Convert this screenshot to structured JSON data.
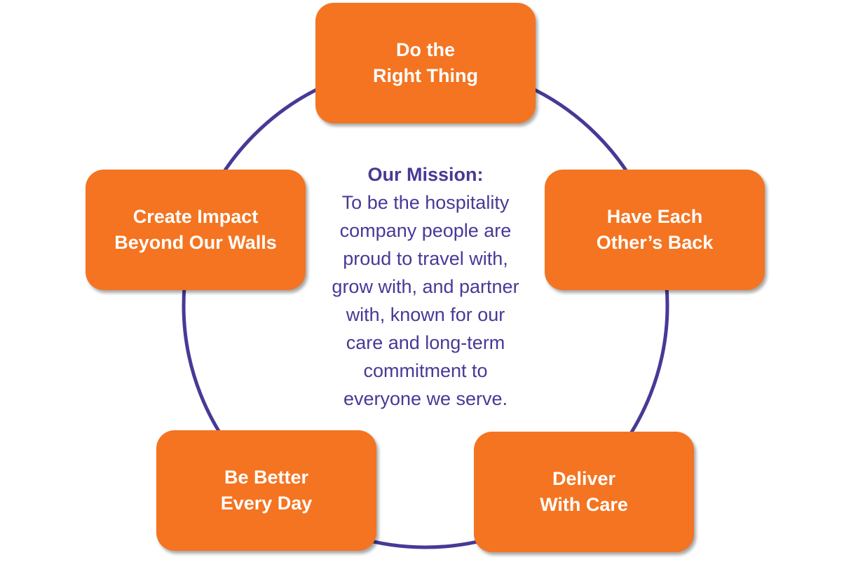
{
  "colors": {
    "accent": "#F47421",
    "ring": "#463A96",
    "text_on_accent": "#FFFFFF",
    "mission_text": "#463A96"
  },
  "mission": {
    "title": "Our Mission:",
    "lines": [
      "To be the hospitality",
      "company people are",
      "proud to travel with,",
      "grow with, and partner",
      "with, known for our",
      "care and long-term",
      "commitment to",
      "everyone we serve."
    ]
  },
  "values": [
    {
      "lines": [
        "Do the",
        "Right Thing"
      ]
    },
    {
      "lines": [
        "Have Each",
        "Other’s Back"
      ]
    },
    {
      "lines": [
        "Deliver",
        "With Care"
      ]
    },
    {
      "lines": [
        "Be Better",
        "Every Day"
      ]
    },
    {
      "lines": [
        "Create Impact",
        "Beyond Our Walls"
      ]
    }
  ]
}
